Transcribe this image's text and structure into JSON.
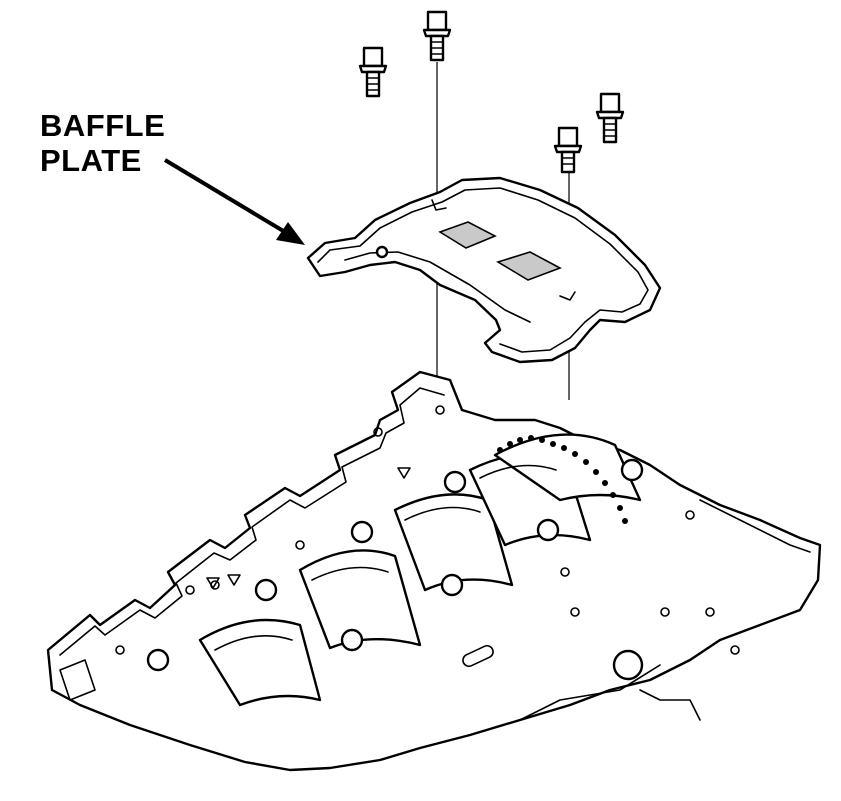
{
  "callout": {
    "line1": "BAFFLE",
    "line2": "PLATE"
  },
  "parts": [
    "baffle-plate",
    "bolt",
    "bolt",
    "bolt",
    "bolt",
    "cylinder-block-lower"
  ]
}
